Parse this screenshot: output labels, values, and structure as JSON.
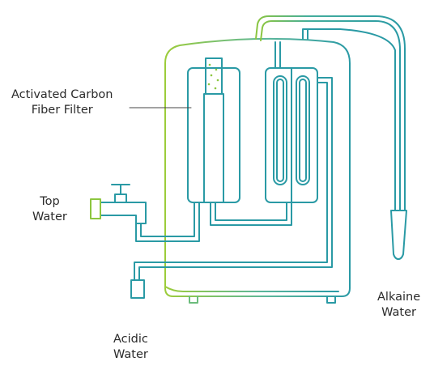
{
  "labels": {
    "carbon_filter": {
      "line1": "Activated Carbon",
      "line2": "Fiber Filter"
    },
    "tap_water": {
      "line1": "Top",
      "line2": "Water"
    },
    "acidic_water": {
      "line1": "Acidic",
      "line2": "Water"
    },
    "alkaline_water": {
      "line1": "Alkaine",
      "line2": "Water"
    }
  },
  "colors": {
    "teal": "#2a9a9a",
    "green": "#8cc63f",
    "gradient_mid": "#4fb3a3"
  }
}
